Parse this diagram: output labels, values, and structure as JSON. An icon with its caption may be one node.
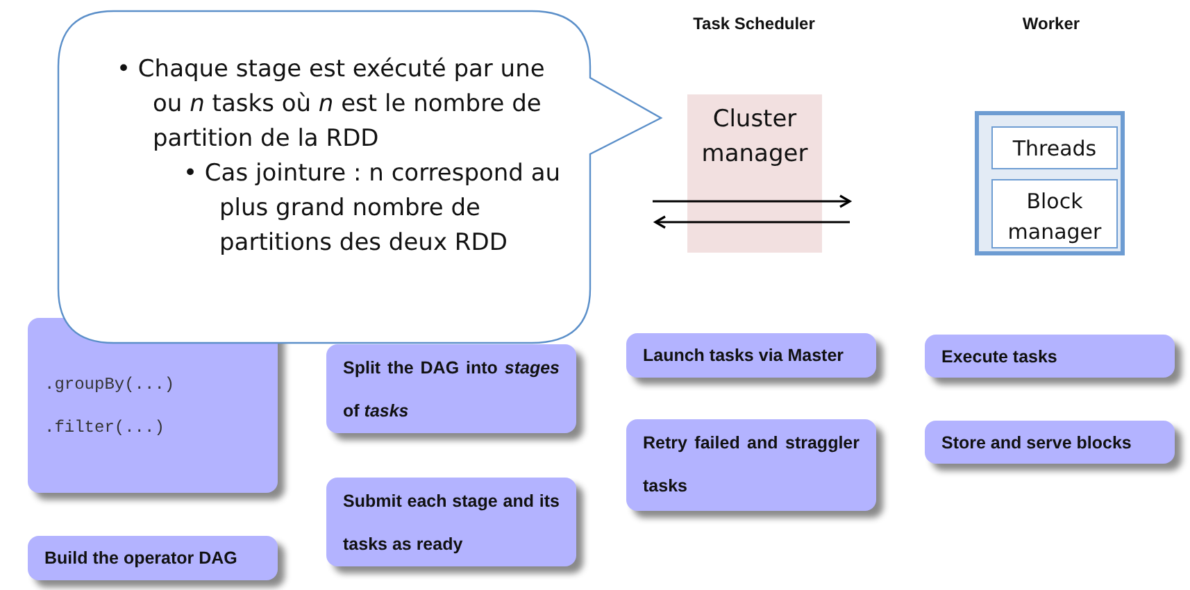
{
  "diagram": {
    "nodes": [
      {
        "text": [
          "• Chaque stage est exécuté par une ou *n* tasks où *n* est le nombre de partition de la RDD",
          "• Cas jointure : n correspond au plus grand nombre de partitions des deux RDD"
        ]
      },
      {
        "text": [
          "Cluster manager"
        ]
      },
      {
        "text": [],
        "shape": "box"
      },
      {
        "text": [
          "Threads"
        ],
        "in": 2
      },
      {
        "text": [
          "Block manager"
        ],
        "in": 2
      },
      {
        "text": [
          ".groupBy(...)",
          ".filter(...)"
        ]
      },
      {
        "text": [
          "Split the DAG into *stages* of *tasks*"
        ]
      },
      {
        "text": [
          "Launch tasks via Master"
        ]
      },
      {
        "text": [
          "Execute tasks"
        ]
      },
      {
        "text": [
          "Retry failed and straggler tasks"
        ]
      },
      {
        "text": [
          "Store and serve blocks"
        ]
      },
      {
        "text": [
          "Submit each stage and its tasks as ready"
        ]
      },
      {
        "text": [
          "Build the operator DAG"
        ]
      }
    ],
    "labels": [
      "Task Scheduler",
      "Worker"
    ]
  }
}
